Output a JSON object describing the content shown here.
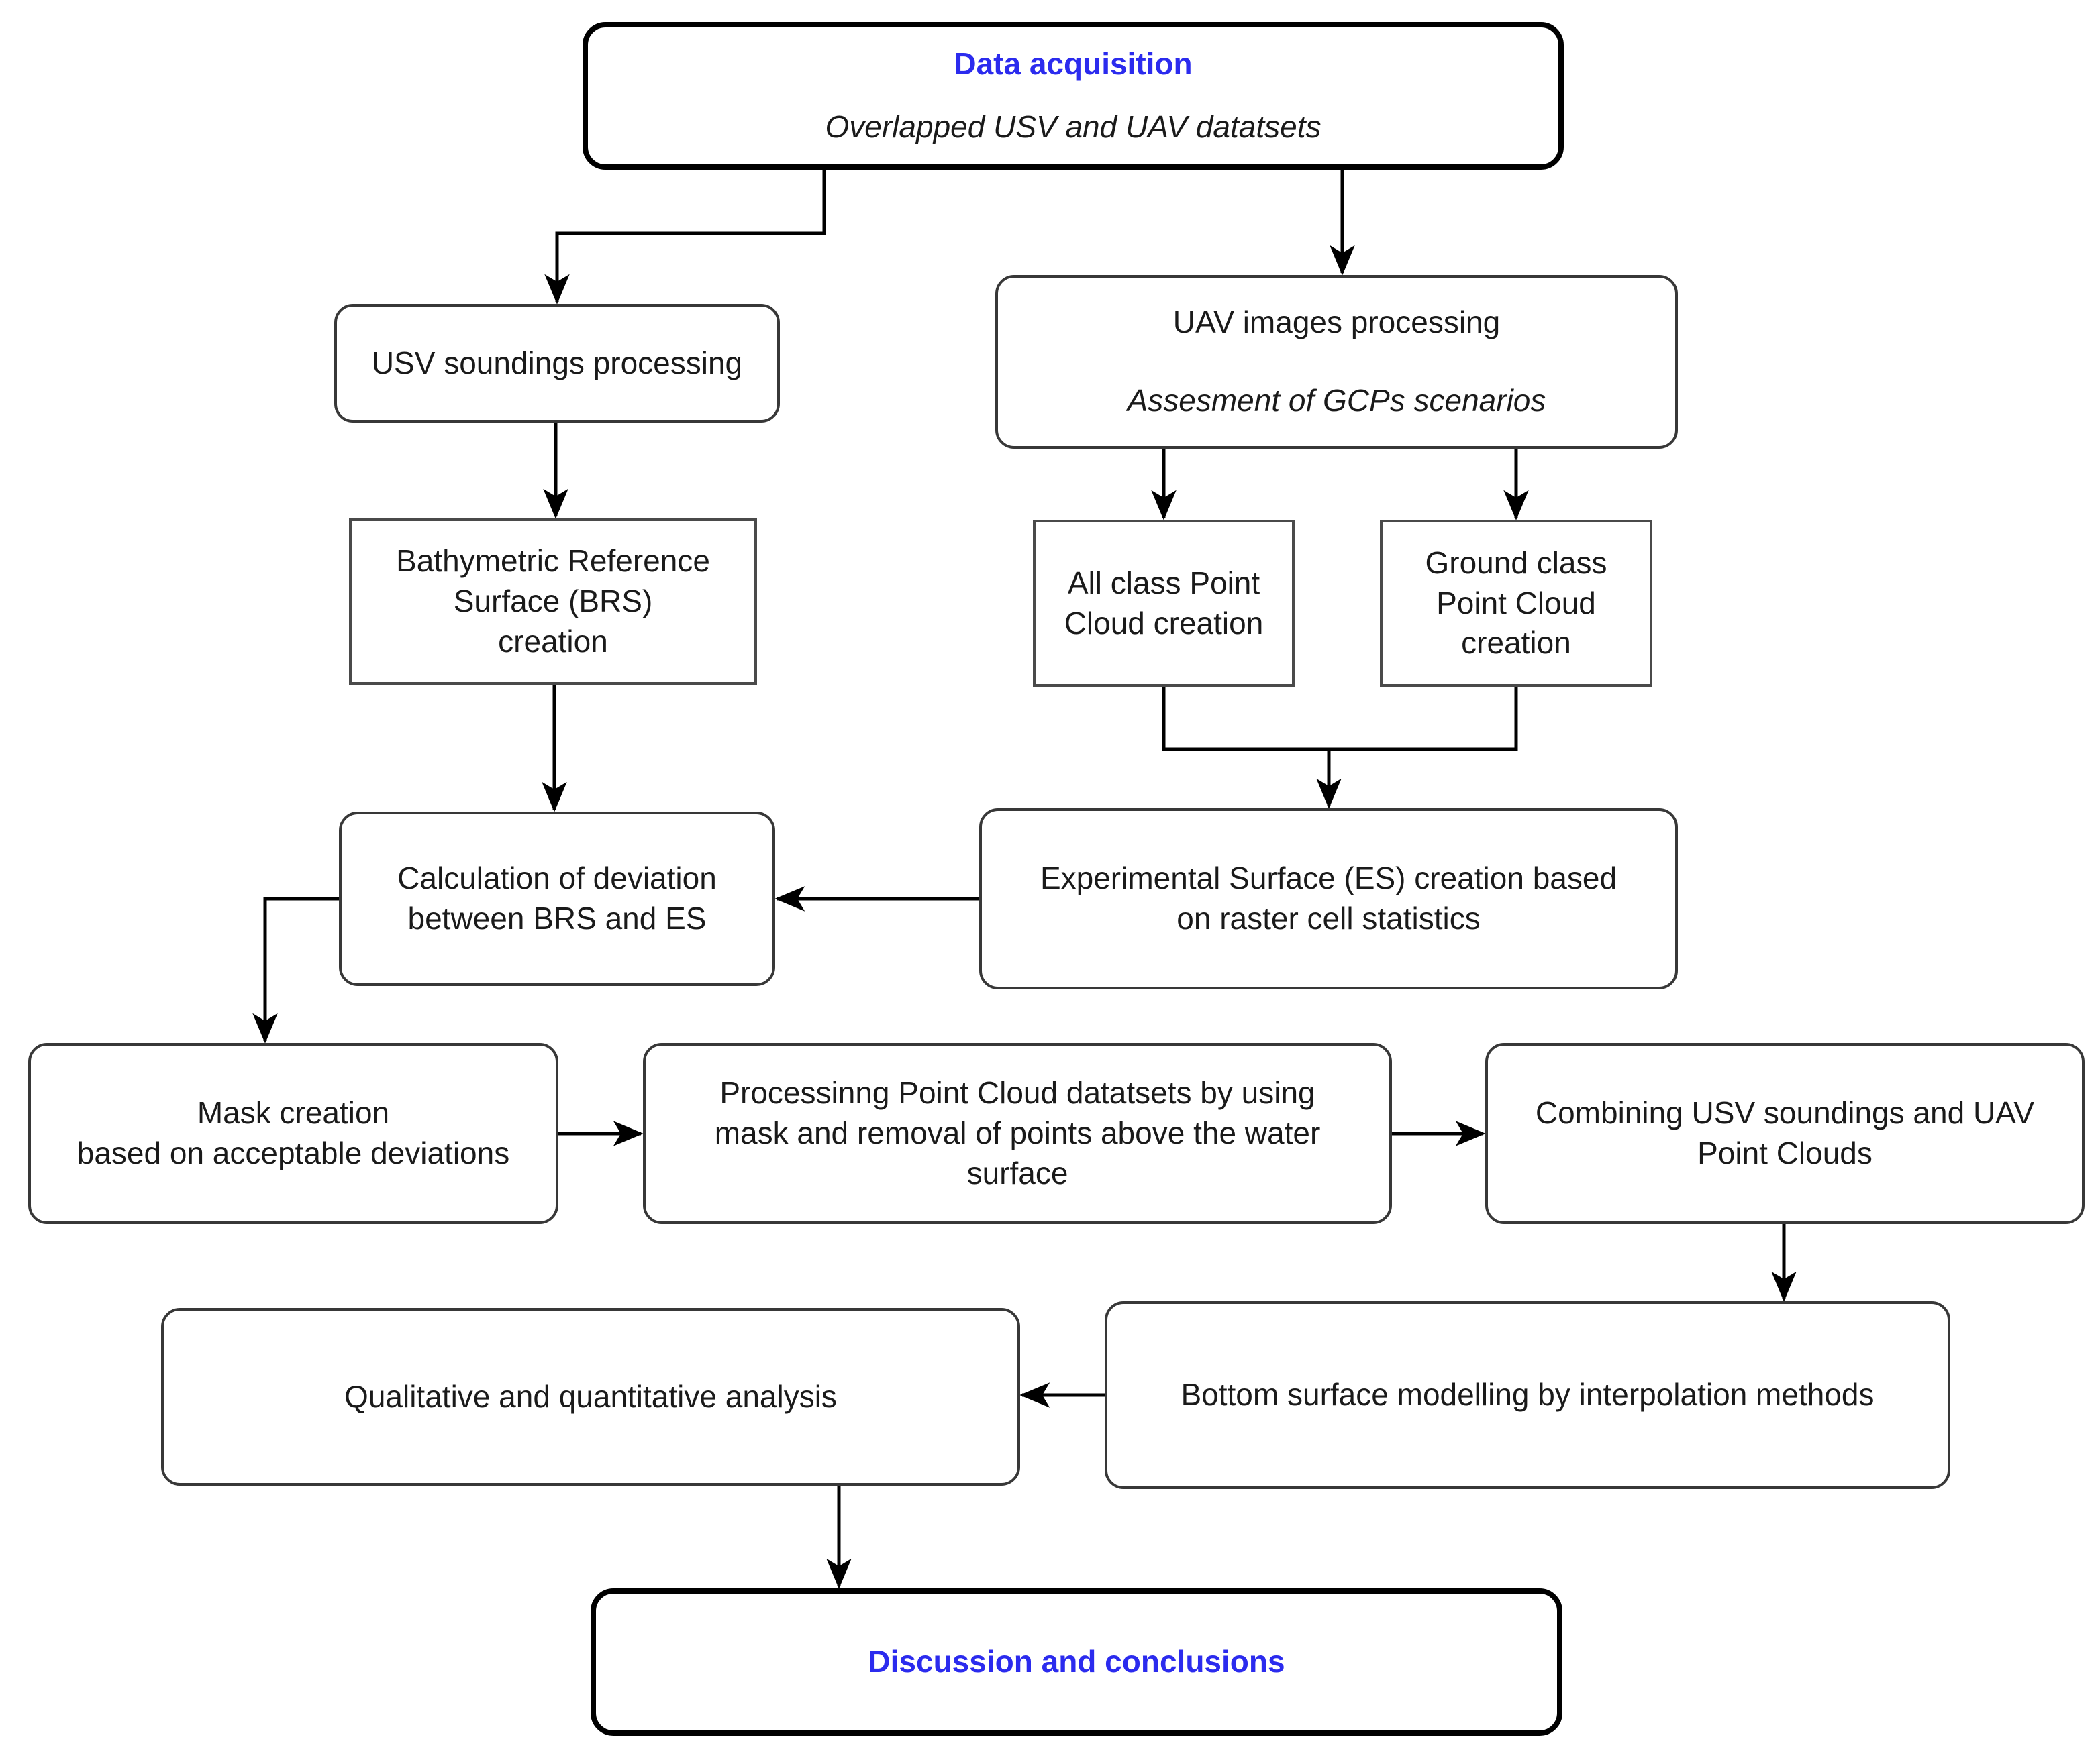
{
  "diagram": {
    "accent_blue": "#2B2BEE",
    "line_color": "#000000",
    "box_fill": "#ffffff",
    "nodes": {
      "data_acquisition": {
        "title": "Data acquisition",
        "subtitle": "Overlapped USV and UAV datatsets"
      },
      "usv_processing": {
        "label": "USV soundings processing"
      },
      "uav_processing": {
        "title": "UAV images processing",
        "subtitle": "Assesment of GCPs scenarios"
      },
      "brs_creation": {
        "label": "Bathymetric Reference\nSurface (BRS)\ncreation"
      },
      "all_class_pc": {
        "label": "All class Point\nCloud creation"
      },
      "ground_class_pc": {
        "label": "Ground class\nPoint Cloud\ncreation"
      },
      "calc_deviation": {
        "label": "Calculation of deviation\nbetween BRS and ES"
      },
      "es_creation": {
        "label": "Experimental Surface (ES) creation based\non raster cell statistics"
      },
      "mask_creation": {
        "label": "Mask creation\nbased on acceptable deviations"
      },
      "processing_pc": {
        "label": "Processinng Point Cloud datatsets by using\nmask and removal of points above the water\nsurface"
      },
      "combining": {
        "label": "Combining USV soundings and UAV\nPoint Clouds"
      },
      "qualitative": {
        "label": "Qualitative and quantitative analysis"
      },
      "bottom_surface": {
        "label": "Bottom surface modelling by interpolation methods"
      },
      "discussion": {
        "title": "Discussion and conclusions"
      }
    }
  }
}
